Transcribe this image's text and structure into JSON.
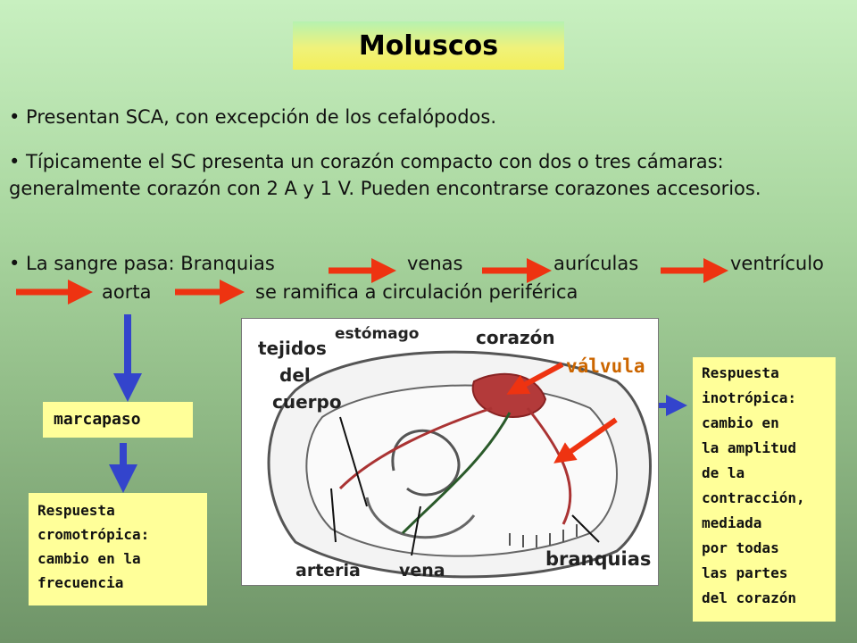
{
  "title": "Moluscos",
  "bullets": [
    "• Presentan SCA, con excepción de los cefalópodos.",
    "• Típicamente el SC presenta un corazón compacto con dos o tres cámaras: generalmente corazón con 2 A y 1 V. Pueden encontrarse corazones accesorios."
  ],
  "flow": {
    "intro": "• La sangre pasa: Branquias",
    "steps": [
      "venas",
      "aurículas",
      "ventrículo",
      "aorta",
      "se ramifica a circulación periférica"
    ]
  },
  "marcapaso": "marcapaso",
  "cronotropic": [
    "Respuesta",
    "cromotrópica:",
    "cambio en la",
    "frecuencia"
  ],
  "inotropic": [
    "Respuesta",
    "inotrópica:",
    "cambio en",
    "la amplitud",
    "de la",
    "contracción,",
    "mediada",
    "por todas",
    "las partes",
    "del corazón"
  ],
  "diagram": {
    "labels": {
      "tejidos": "tejidos",
      "del": "del",
      "cuerpo": "cuerpo",
      "estomago": "estómago",
      "corazon": "corazón",
      "arteria": "arteria",
      "vena": "vena",
      "branquias": "branquias"
    },
    "valvula": "válvula"
  },
  "colors": {
    "arrow_red": "#ee3311",
    "arrow_blue": "#3344cc",
    "box_yellow": "#ffff99",
    "valve_orange": "#cc6600"
  }
}
